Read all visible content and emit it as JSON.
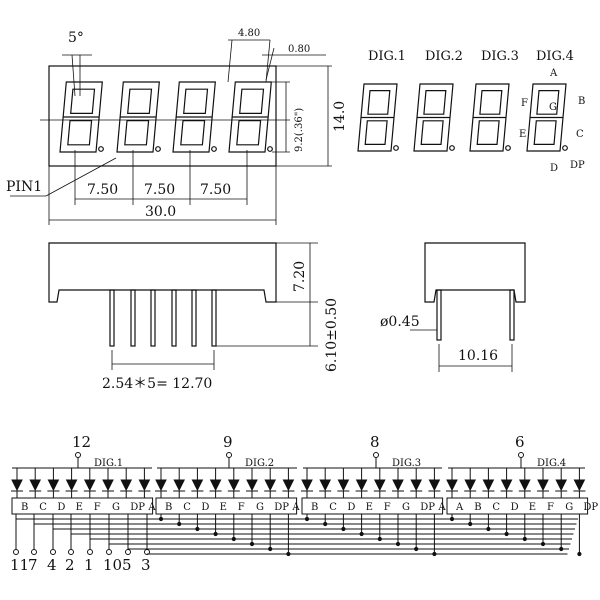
{
  "front_view": {
    "dim_segment_slant": "5°",
    "dim_digit_width": "4.80",
    "dim_stroke_width": "0.80",
    "dim_segment_height": "9.2(.36\")",
    "dim_total_height": "14.0",
    "dim_pitch": [
      "7.50",
      "7.50",
      "7.50"
    ],
    "dim_total_width": "30.0",
    "pin1_label": "PIN1"
  },
  "digit_legend": {
    "digit_labels": [
      "DIG.1",
      "DIG.2",
      "DIG.3",
      "DIG.4"
    ],
    "segment_labels": [
      "A",
      "B",
      "C",
      "D",
      "E",
      "F",
      "G",
      "DP"
    ]
  },
  "side_view": {
    "dim_body_height": "7.20",
    "dim_pin_length": "6.10±0.50",
    "dim_pin_spacing": "2.54＊5= 12.70"
  },
  "end_view": {
    "dim_pin_diameter": "ø0.45",
    "dim_row_spacing": "10.16"
  },
  "schematic": {
    "common_pins": [
      "12",
      "9",
      "8",
      "6"
    ],
    "digit_labels": [
      "DIG.1",
      "DIG.2",
      "DIG.3",
      "DIG.4"
    ],
    "segment_labels": [
      "B",
      "C",
      "D",
      "E",
      "F",
      "G",
      "DP",
      "A"
    ],
    "digit4_segment_labels": [
      "A",
      "B",
      "C",
      "D",
      "E",
      "F",
      "G",
      "DP"
    ],
    "segment_pins": [
      "11",
      "7",
      "4",
      "2",
      "1",
      "10",
      "5",
      "3"
    ]
  }
}
